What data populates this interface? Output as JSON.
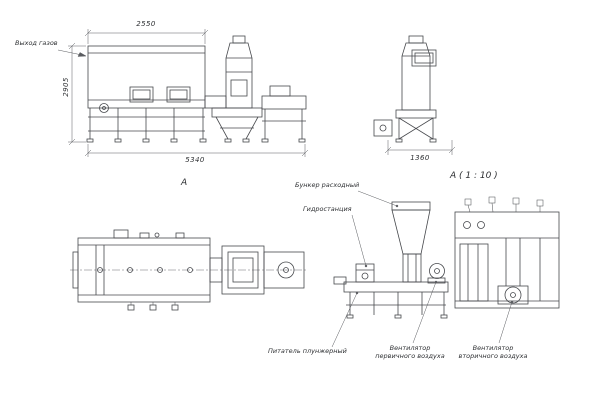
{
  "labels": {
    "gas_outlet": "Выход газов",
    "hopper": "Бункер расходный",
    "hydro_station": "Гидростанция",
    "plunger_feeder": "Питатель плунжерный",
    "primary_fan_line1": "Вентилятор",
    "primary_fan_line2": "первичного воздуха",
    "secondary_fan_line1": "Вентилятор",
    "secondary_fan_line2": "вторичного воздуха",
    "view_marker": "А",
    "detail_view_title": "А ( 1 : 10 )"
  },
  "dimensions": {
    "front_body_width": "2550",
    "front_height": "2905",
    "front_total_length": "5340",
    "side_width": "1360"
  },
  "colors": {
    "line": "#46484c",
    "dim_line": "#5a5c60",
    "text": "#2e3033",
    "background": "#ffffff"
  }
}
